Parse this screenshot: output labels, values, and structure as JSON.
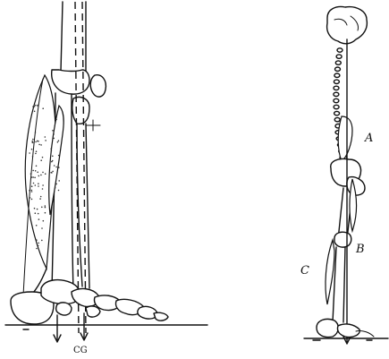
{
  "labels": {
    "cg": "CG",
    "a": "A",
    "b": "B",
    "c": "C"
  },
  "colors": {
    "ink": "#111111",
    "paper": "#ffffff"
  }
}
